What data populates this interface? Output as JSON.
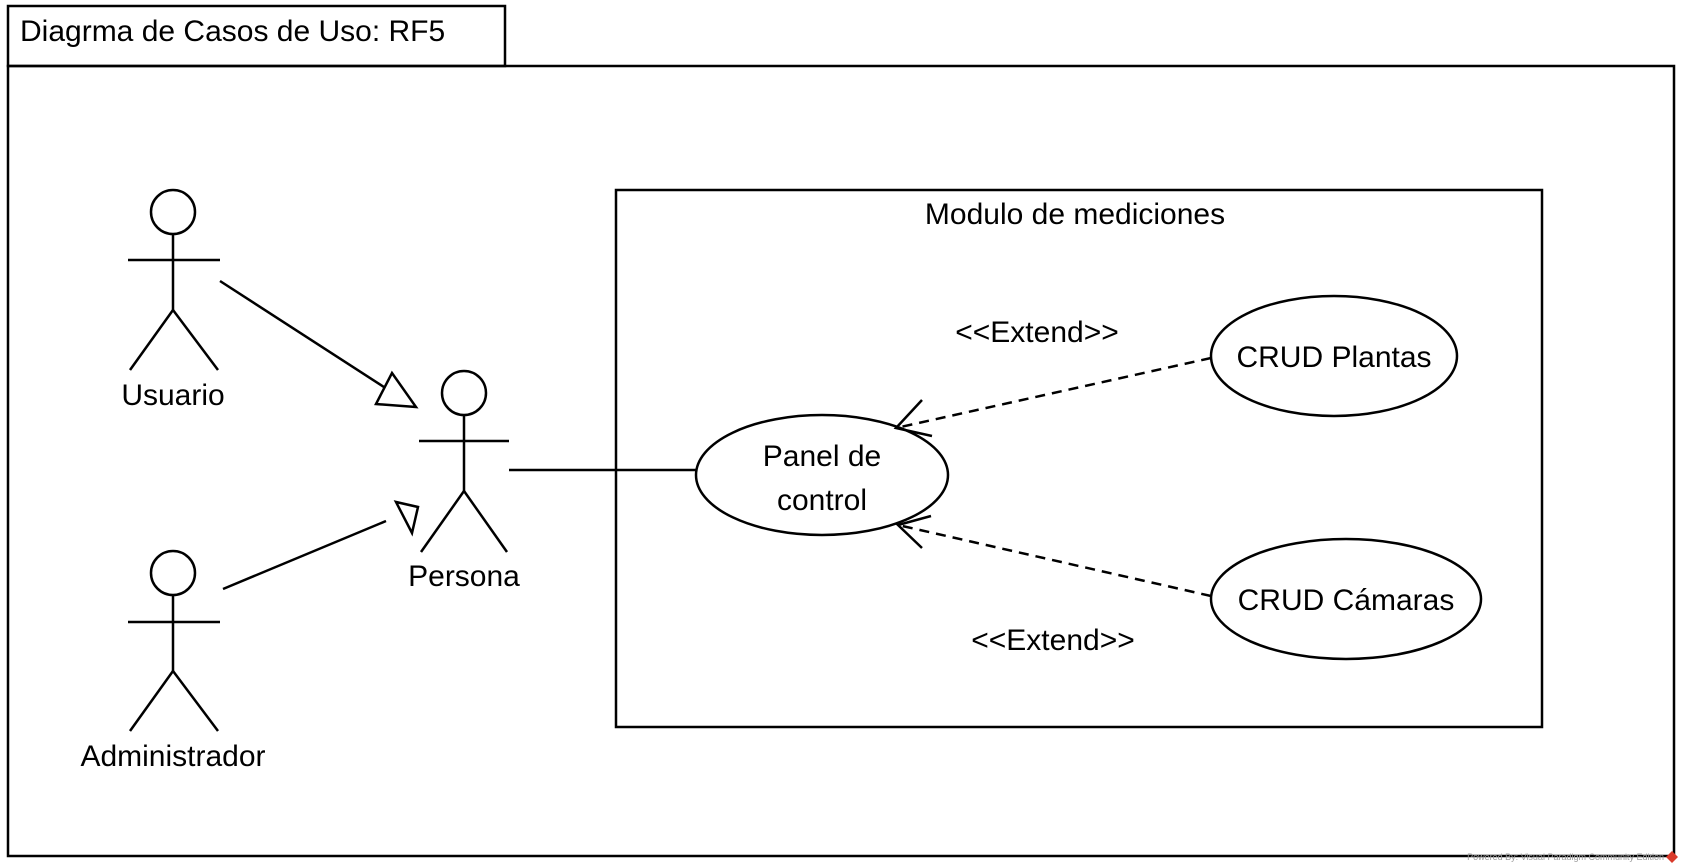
{
  "frame": {
    "title": "Diagrma de Casos de Uso: RF5"
  },
  "system": {
    "title": "Modulo de mediciones"
  },
  "actors": {
    "usuario": "Usuario",
    "administrador": "Administrador",
    "persona": "Persona"
  },
  "use_cases": {
    "panel_line1": "Panel de",
    "panel_line2": "control",
    "crud_plantas": "CRUD Plantas",
    "crud_camaras": "CRUD Cámaras"
  },
  "relations": {
    "extend_top": "<<Extend>>",
    "extend_bottom": "<<Extend>>"
  },
  "watermark": "Powered By: Visual Paradigm Community Edition"
}
